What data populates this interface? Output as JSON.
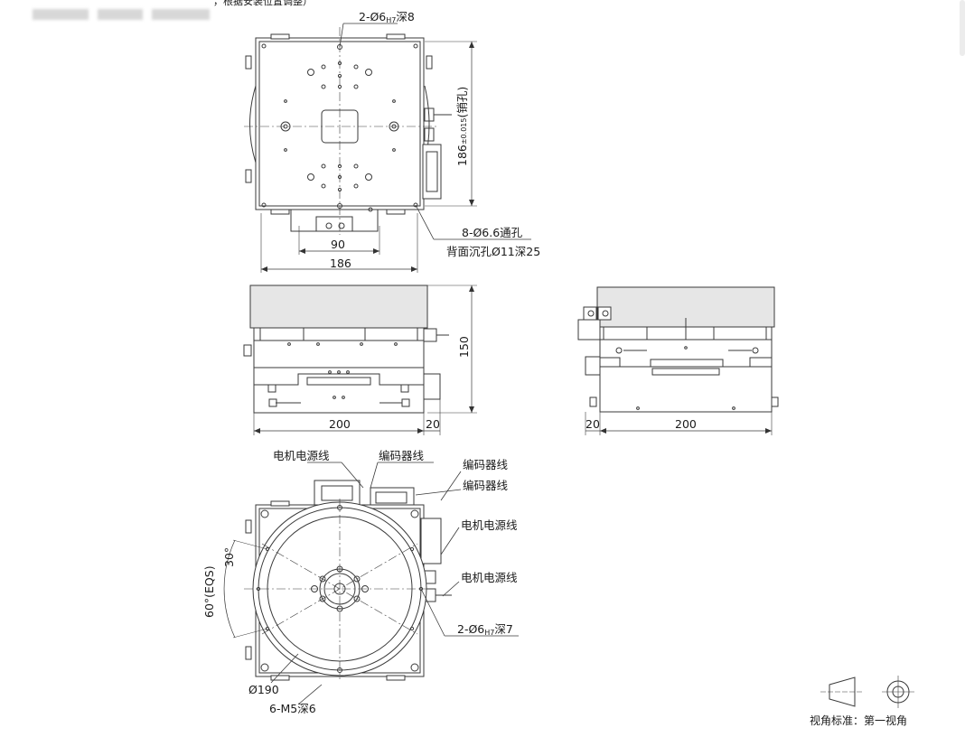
{
  "header": {
    "blurred_text": "",
    "caption_fragment": "，根据安装位置调整）"
  },
  "top_view": {
    "hole_callout": "2-Ø6H7深8",
    "hole_callout_main": "2-Ø6",
    "hole_callout_tol": "H7",
    "hole_callout_tail": "深8",
    "pin_dim_main": "186",
    "pin_dim_tol": "±0.015",
    "pin_dim_tail": "(销孔)",
    "through_hole": "8-Ø6.6通孔",
    "counterbore": "背面沉孔Ø11深25",
    "dim_90": "90",
    "dim_186": "186"
  },
  "front_view": {
    "dim_150": "150",
    "dim_200": "200",
    "dim_20": "20"
  },
  "side_view": {
    "dim_20": "20",
    "dim_200": "200"
  },
  "bottom_view": {
    "motor_cable_top": "电机电源线",
    "encoder_cable_top": "编码器线",
    "encoder_cable_right_1": "编码器线",
    "encoder_cable_right_2": "编码器线",
    "motor_cable_right_1": "电机电源线",
    "motor_cable_right_2": "电机电源线",
    "angle_30": "30°",
    "angle_60": "60°(EQS)",
    "hole_callout_main": "2-Ø6",
    "hole_callout_tol": "H7",
    "hole_callout_tail": "深7",
    "dia_190": "Ø190",
    "thread_callout": "6-M5深6"
  },
  "projection": {
    "label": "视角标准：第一视角"
  },
  "colors": {
    "line": "#3a3a3a",
    "fill": "#ffffff",
    "top_face": "#e6e6e6",
    "text": "#1a1a1a"
  }
}
